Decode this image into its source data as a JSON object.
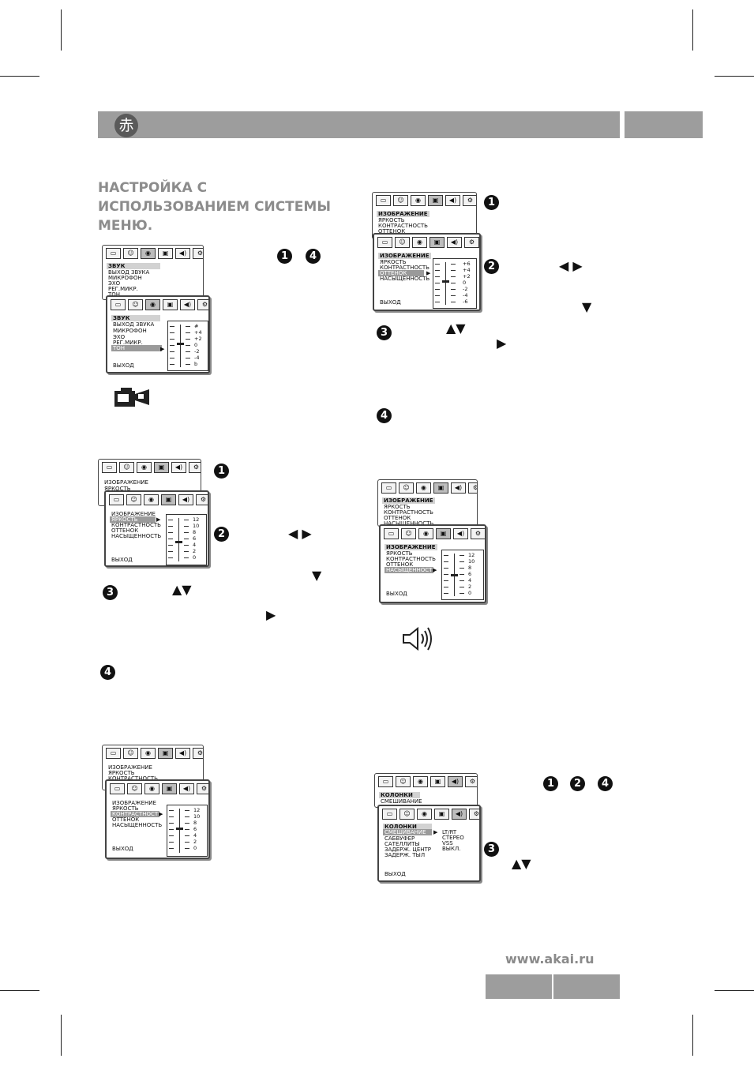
{
  "header": {
    "logo_glyph": "赤"
  },
  "title": "НАСТРОЙКА С ИСПОЛЬЗОВАНИЕМ СИСТЕМЫ МЕНЮ.",
  "website": "www.akai.ru",
  "steps": {
    "one": "1",
    "two": "2",
    "three": "3",
    "four": "4"
  },
  "arrows": {
    "left_right": "◀ ▶",
    "down": "▼",
    "up_down": "▲▼",
    "right": "▶"
  },
  "tab_icons": [
    "tv-icon",
    "person-icon",
    "speaker-round-icon",
    "video-icon",
    "sound-icon",
    "settings-icon"
  ],
  "menu_sound": {
    "back": {
      "header": "ЗВУК",
      "items": [
        "ВЫХОД  ЗВУКА",
        "МИКРОФОН",
        "ЭХО",
        "РЕГ.МИКР.",
        "ТОН"
      ]
    },
    "front": {
      "header": "ЗВУК",
      "items": [
        "ВЫХОД  ЗВУКА",
        "МИКРОФОН",
        "ЭХО",
        "РЕГ.МИКР.",
        "ТОН"
      ],
      "exit": "ВЫХОД",
      "scale": [
        "#",
        "+4",
        "+2",
        "0",
        "-2",
        "-4",
        "b"
      ]
    }
  },
  "menu_brightness": {
    "back": {
      "header": "ИЗОБРАЖЕНИЕ",
      "items": [
        "ЯРКОСТЬ"
      ]
    },
    "front": {
      "items": [
        "ИЗОБРАЖЕНИЕ",
        "ЯРКОСТЬ",
        "КОНТРАСТНОСТЬ",
        "ОТТЕНОК",
        "НАСЫЩЕННОСТЬ"
      ],
      "exit": "ВЫХОД",
      "scale": [
        "12",
        "10",
        "8",
        "6",
        "4",
        "2",
        "0"
      ]
    }
  },
  "menu_contrast": {
    "back": {
      "header": "ИЗОБРАЖЕНИЕ",
      "items": [
        "ЯРКОСТЬ",
        "КОНТРАСТНОСТЬ"
      ]
    },
    "front": {
      "items": [
        "ИЗОБРАЖЕНИЕ",
        "ЯРКОСТЬ",
        "КОНТРАСТНОСТЬ",
        "ОТТЕНОК",
        "НАСЫЩЕННОСТЬ"
      ],
      "exit": "ВЫХОД",
      "scale": [
        "12",
        "10",
        "8",
        "6",
        "4",
        "2",
        "0"
      ]
    }
  },
  "menu_hue": {
    "back": {
      "header": "ИЗОБРАЖЕНИЕ",
      "items": [
        "ЯРКОСТЬ",
        "КОНТРАСТНОСТЬ",
        "ОТТЕНОК"
      ]
    },
    "front": {
      "items": [
        "ИЗОБРАЖЕНИЕ",
        "ЯРКОСТЬ",
        "КОНТРАСТНОСТЬ",
        "ОТТЕНОК",
        "НАСЫЩЕННОСТЬ"
      ],
      "exit": "ВЫХОД",
      "scale": [
        "+6",
        "+4",
        "+2",
        "0",
        "-2",
        "-4",
        "-6"
      ]
    }
  },
  "menu_saturation": {
    "back": {
      "header": "ИЗОБРАЖЕНИЕ",
      "items": [
        "ЯРКОСТЬ",
        "КОНТРАСТНОСТЬ",
        "ОТТЕНОК",
        "НАСЫЩЕННОСТЬ"
      ]
    },
    "front": {
      "items": [
        "ИЗОБРАЖЕНИЕ",
        "ЯРКОСТЬ",
        "КОНТРАСТНОСТЬ",
        "ОТТЕНОК",
        "НАСЫЩЕННОСТЬ"
      ],
      "exit": "ВЫХОД",
      "scale": [
        "12",
        "10",
        "8",
        "6",
        "4",
        "2",
        "0"
      ]
    }
  },
  "menu_speakers": {
    "back": {
      "header": "КОЛОНКИ",
      "items": [
        "СМЕШИВАНИЕ"
      ]
    },
    "front": {
      "header": "КОЛОНКИ",
      "items": [
        "СМЕШИВАНИЕ",
        "САБВУФЕР",
        "САТЕЛЛИТЫ",
        "ЗАДЕРЖ. ЦЕНТР",
        "ЗАДЕРЖ. ТЫЛ"
      ],
      "exit": "ВЫХОД",
      "options": [
        "LT/RT",
        "СТЕРЕО",
        "VSS",
        "ВЫКЛ."
      ]
    }
  }
}
